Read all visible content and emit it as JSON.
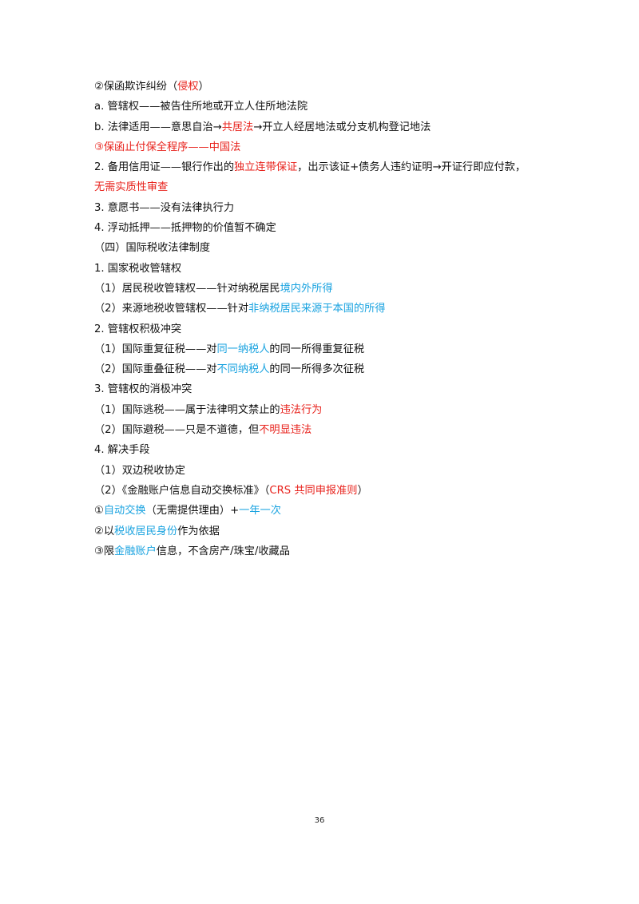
{
  "colors": {
    "text": "#111111",
    "red": "#e8231d",
    "blue": "#1aa3e0"
  },
  "lines": [
    [
      {
        "t": "②保函欺诈纠纷（"
      },
      {
        "t": "侵权",
        "c": "red"
      },
      {
        "t": "）"
      }
    ],
    [
      {
        "t": "a. 管辖权——被告住所地或开立人住所地法院"
      }
    ],
    [
      {
        "t": "b. 法律适用——意思自治→"
      },
      {
        "t": "共居法",
        "c": "red"
      },
      {
        "t": "→开立人经居地法或分支机构登记地法"
      }
    ],
    [
      {
        "t": "③保函止付保全程序——中国法",
        "c": "red"
      }
    ],
    [
      {
        "t": "2. 备用信用证——银行作出的"
      },
      {
        "t": "独立连带保证",
        "c": "red"
      },
      {
        "t": "，出示该证+债务人违约证明→开证行即应付款，"
      }
    ],
    [
      {
        "t": "无需实质性审查",
        "c": "red"
      }
    ],
    [
      {
        "t": "3. 意愿书——没有法律执行力"
      }
    ],
    [
      {
        "t": "4. 浮动抵押——抵押物的价值暂不确定"
      }
    ],
    [
      {
        "t": "（四）国际税收法律制度"
      }
    ],
    [
      {
        "t": "1. 国家税收管辖权"
      }
    ],
    [
      {
        "t": "（1）居民税收管辖权——针对纳税居民"
      },
      {
        "t": "境内外所得",
        "c": "blue"
      }
    ],
    [
      {
        "t": "（2）来源地税收管辖权——针对"
      },
      {
        "t": "非纳税居民来源于本国的所得",
        "c": "blue"
      }
    ],
    [
      {
        "t": "2. 管辖权积极冲突"
      }
    ],
    [
      {
        "t": "（1）国际重复征税——对"
      },
      {
        "t": "同一纳税人",
        "c": "blue"
      },
      {
        "t": "的同一所得重复征税"
      }
    ],
    [
      {
        "t": "（2）国际重叠征税——对"
      },
      {
        "t": "不同纳税人",
        "c": "blue"
      },
      {
        "t": "的同一所得多次征税"
      }
    ],
    [
      {
        "t": "3. 管辖权的消极冲突"
      }
    ],
    [
      {
        "t": "（1）国际逃税——属于法律明文禁止的"
      },
      {
        "t": "违法行为",
        "c": "red"
      }
    ],
    [
      {
        "t": "（2）国际避税——只是不道德，但"
      },
      {
        "t": "不明显违法",
        "c": "red"
      }
    ],
    [
      {
        "t": "4. 解决手段"
      }
    ],
    [
      {
        "t": "（1）双边税收协定"
      }
    ],
    [
      {
        "t": "（2）《金融账户信息自动交换标准》（"
      },
      {
        "t": "CRS 共同申报准则",
        "c": "red"
      },
      {
        "t": "）"
      }
    ],
    [
      {
        "t": "①"
      },
      {
        "t": "自动交换",
        "c": "blue"
      },
      {
        "t": "（无需提供理由）+"
      },
      {
        "t": "一年一次",
        "c": "blue"
      }
    ],
    [
      {
        "t": "②以"
      },
      {
        "t": "税收居民身份",
        "c": "blue"
      },
      {
        "t": "作为依据"
      }
    ],
    [
      {
        "t": "③限"
      },
      {
        "t": "金融账户",
        "c": "blue"
      },
      {
        "t": "信息，不含房产/珠宝/收藏品"
      }
    ]
  ],
  "page_number": "36"
}
